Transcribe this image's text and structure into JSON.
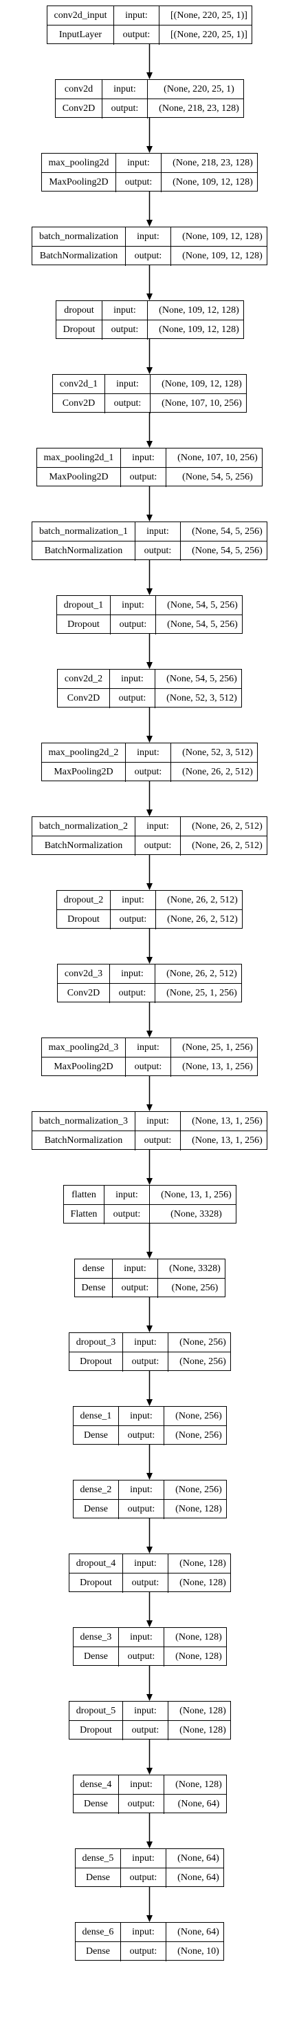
{
  "diagram": {
    "ports": {
      "input": "input:",
      "output": "output:"
    },
    "layers": [
      {
        "name": "conv2d_input",
        "type": "InputLayer",
        "input": "[(None, 220, 25, 1)]",
        "output": "[(None, 220, 25, 1)]"
      },
      {
        "name": "conv2d",
        "type": "Conv2D",
        "input": "(None, 220, 25, 1)",
        "output": "(None, 218, 23, 128)"
      },
      {
        "name": "max_pooling2d",
        "type": "MaxPooling2D",
        "input": "(None, 218, 23, 128)",
        "output": "(None, 109, 12, 128)"
      },
      {
        "name": "batch_normalization",
        "type": "BatchNormalization",
        "input": "(None, 109, 12, 128)",
        "output": "(None, 109, 12, 128)"
      },
      {
        "name": "dropout",
        "type": "Dropout",
        "input": "(None, 109, 12, 128)",
        "output": "(None, 109, 12, 128)"
      },
      {
        "name": "conv2d_1",
        "type": "Conv2D",
        "input": "(None, 109, 12, 128)",
        "output": "(None, 107, 10, 256)"
      },
      {
        "name": "max_pooling2d_1",
        "type": "MaxPooling2D",
        "input": "(None, 107, 10, 256)",
        "output": "(None, 54, 5, 256)"
      },
      {
        "name": "batch_normalization_1",
        "type": "BatchNormalization",
        "input": "(None, 54, 5, 256)",
        "output": "(None, 54, 5, 256)"
      },
      {
        "name": "dropout_1",
        "type": "Dropout",
        "input": "(None, 54, 5, 256)",
        "output": "(None, 54, 5, 256)"
      },
      {
        "name": "conv2d_2",
        "type": "Conv2D",
        "input": "(None, 54, 5, 256)",
        "output": "(None, 52, 3, 512)"
      },
      {
        "name": "max_pooling2d_2",
        "type": "MaxPooling2D",
        "input": "(None, 52, 3, 512)",
        "output": "(None, 26, 2, 512)"
      },
      {
        "name": "batch_normalization_2",
        "type": "BatchNormalization",
        "input": "(None, 26, 2, 512)",
        "output": "(None, 26, 2, 512)"
      },
      {
        "name": "dropout_2",
        "type": "Dropout",
        "input": "(None, 26, 2, 512)",
        "output": "(None, 26, 2, 512)"
      },
      {
        "name": "conv2d_3",
        "type": "Conv2D",
        "input": "(None, 26, 2, 512)",
        "output": "(None, 25, 1, 256)"
      },
      {
        "name": "max_pooling2d_3",
        "type": "MaxPooling2D",
        "input": "(None, 25, 1, 256)",
        "output": "(None, 13, 1, 256)"
      },
      {
        "name": "batch_normalization_3",
        "type": "BatchNormalization",
        "input": "(None, 13, 1, 256)",
        "output": "(None, 13, 1, 256)"
      },
      {
        "name": "flatten",
        "type": "Flatten",
        "input": "(None, 13, 1, 256)",
        "output": "(None, 3328)"
      },
      {
        "name": "dense",
        "type": "Dense",
        "input": "(None, 3328)",
        "output": "(None, 256)"
      },
      {
        "name": "dropout_3",
        "type": "Dropout",
        "input": "(None, 256)",
        "output": "(None, 256)"
      },
      {
        "name": "dense_1",
        "type": "Dense",
        "input": "(None, 256)",
        "output": "(None, 256)"
      },
      {
        "name": "dense_2",
        "type": "Dense",
        "input": "(None, 256)",
        "output": "(None, 128)"
      },
      {
        "name": "dropout_4",
        "type": "Dropout",
        "input": "(None, 128)",
        "output": "(None, 128)"
      },
      {
        "name": "dense_3",
        "type": "Dense",
        "input": "(None, 128)",
        "output": "(None, 128)"
      },
      {
        "name": "dropout_5",
        "type": "Dropout",
        "input": "(None, 128)",
        "output": "(None, 128)"
      },
      {
        "name": "dense_4",
        "type": "Dense",
        "input": "(None, 128)",
        "output": "(None, 64)"
      },
      {
        "name": "dense_5",
        "type": "Dense",
        "input": "(None, 64)",
        "output": "(None, 64)"
      },
      {
        "name": "dense_6",
        "type": "Dense",
        "input": "(None, 64)",
        "output": "(None, 10)"
      }
    ]
  }
}
